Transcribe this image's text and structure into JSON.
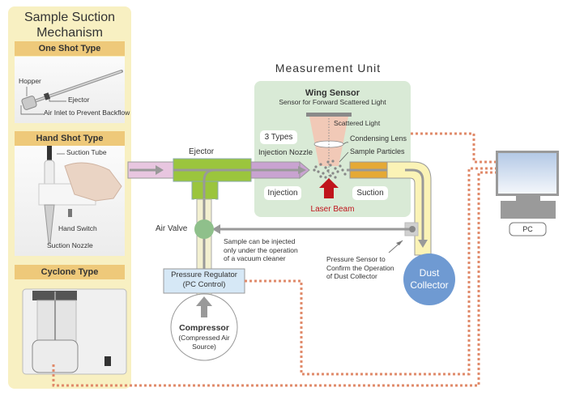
{
  "left_panel": {
    "title": "Sample Suction Mechanism",
    "sections": [
      {
        "label": "One Shot Type",
        "callouts": [
          "Hopper",
          "Ejector",
          "Air Inlet to Prevent Backflow"
        ]
      },
      {
        "label": "Hand Shot Type",
        "callouts": [
          "Suction Tube",
          "Hand Switch",
          "Suction Nozzle"
        ]
      },
      {
        "label": "Cyclone Type",
        "callouts": []
      }
    ]
  },
  "measurement_unit": {
    "title": "Measurement Unit",
    "sensor_title": "Wing Sensor",
    "sensor_subtitle": "Sensor for Forward Scattered Light",
    "scattered_light": "Scattered Light",
    "types_badge": "3 Types",
    "condensing_lens": "Condensing Lens",
    "injection_nozzle": "Injection Nozzle",
    "sample_particles": "Sample Particles",
    "injection": "Injection",
    "suction": "Suction",
    "laser_beam": "Laser Beam"
  },
  "flow": {
    "ejector": "Ejector",
    "air_valve": "Air Valve",
    "note": [
      "Sample can be injected",
      "only under the operation",
      "of a vacuum cleaner"
    ],
    "pressure_regulator": [
      "Pressure Regulator",
      "(PC Control)"
    ],
    "compressor_title": "Compressor",
    "compressor_sub": [
      "(Compressed Air",
      "Source)"
    ],
    "pressure_sensor": [
      "Pressure Sensor to",
      "Confirm the Operation",
      "of Dust Collector"
    ],
    "dust_collector": [
      "Dust",
      "Collector"
    ],
    "pc": "PC"
  },
  "colors": {
    "panel_bg": "#f8f0c2",
    "band": "#eec97a",
    "unit_bg": "#d9ead6",
    "ejector_green": "#9bc53d",
    "nozzle_purple": "#c9a3d1",
    "inlet_pink": "#e8c6e0",
    "suction_orange": "#e5a935",
    "tube_yellow": "#fbf3b6",
    "valve_green": "#8fc08b",
    "regulator_blue": "#d6e8f6",
    "dust_blue": "#6f9ad2",
    "laser_red": "#c0141c",
    "signal_dots": "#e08a6a",
    "pipe_gray": "#9a9a9a"
  }
}
